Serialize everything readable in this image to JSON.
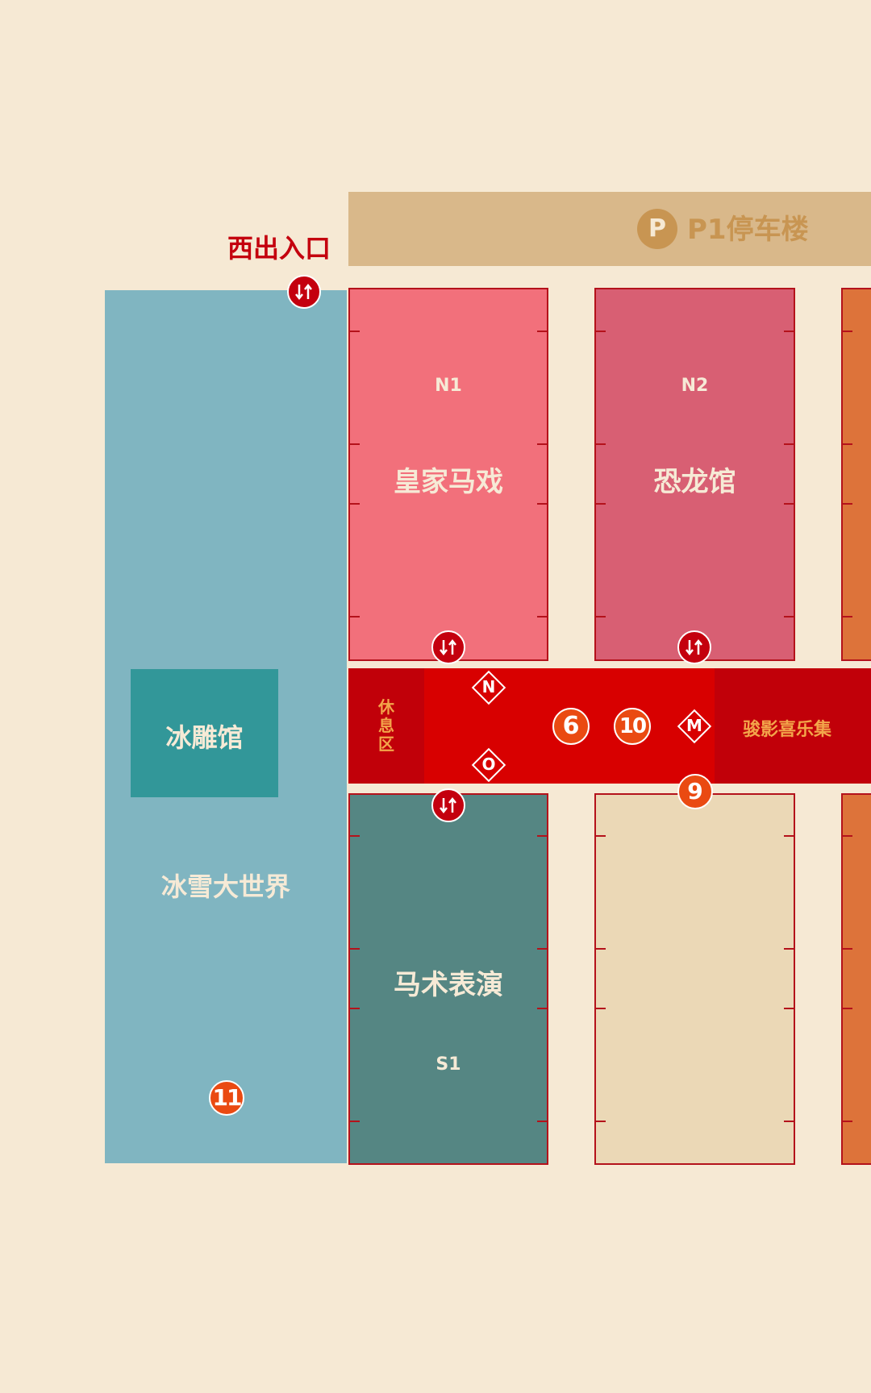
{
  "map": {
    "entrance": {
      "label": "西出入口"
    },
    "parking": {
      "icon_letter": "P",
      "label": "P1停车楼",
      "color": "#d9b88a"
    },
    "halls": {
      "ice_world": {
        "label": "冰雪大世界",
        "badge": "11",
        "color": "#80b5c1"
      },
      "ice_sculpture": {
        "label": "冰雕馆",
        "color": "#329799"
      },
      "n1": {
        "code": "N1",
        "label": "皇家马戏",
        "color": "#f2707b"
      },
      "n2": {
        "code": "N2",
        "label": "恐龙馆",
        "color": "#d85f73"
      },
      "s1": {
        "code": "S1",
        "label": "马术表演",
        "color": "#558683"
      },
      "s2": {
        "color": "#ebd8b6"
      },
      "east_partial": {
        "color": "#dd733a"
      }
    },
    "corridor": {
      "color": "#d80000",
      "rest_area": {
        "label": "休\n息\n区"
      },
      "market": {
        "label": "骏影喜乐集"
      },
      "gates": {
        "n": "N",
        "o": "O",
        "m": "M"
      },
      "badges": {
        "six": "6",
        "ten": "10",
        "nine": "9"
      }
    },
    "icons": {
      "entrance_door": "entry-exit-icon",
      "hall_door": "entry-exit-icon",
      "parking": "parking-icon"
    }
  }
}
